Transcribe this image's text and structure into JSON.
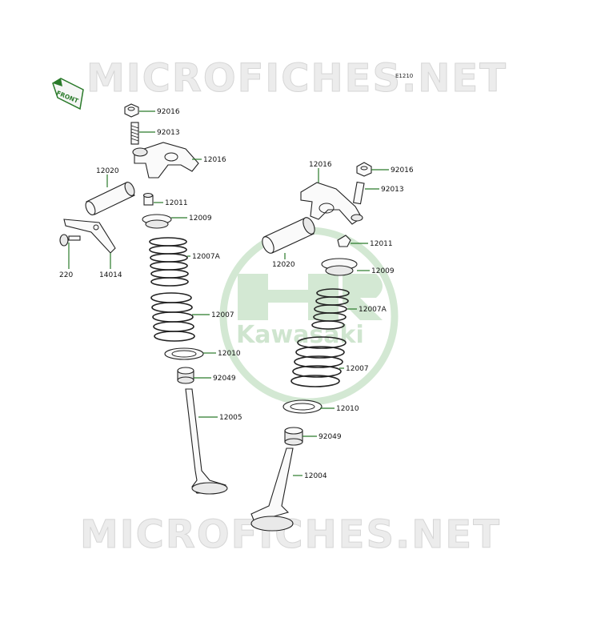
{
  "watermark": {
    "text": "MICROFICHES.NET"
  },
  "diagram_code": "E1210",
  "front_marker": "FRONT",
  "brand_logo": {
    "text": "Kawasaki",
    "color": "#2e8b3a"
  },
  "accent_color": "#2a7a2a",
  "callouts": {
    "c1": "92016",
    "c2": "92013",
    "c3": "12016",
    "c4": "12020",
    "c5": "12011",
    "c6": "12009",
    "c7": "220",
    "c8": "14014",
    "c9": "12007A",
    "c10": "12007",
    "c11": "12010",
    "c12": "92049",
    "c13": "12005",
    "c14": "12016",
    "c15": "92016",
    "c16": "92013",
    "c17": "12011",
    "c18": "12020",
    "c19": "12009",
    "c20": "12007A",
    "c21": "12007",
    "c22": "12010",
    "c23": "92049",
    "c24": "12004"
  }
}
